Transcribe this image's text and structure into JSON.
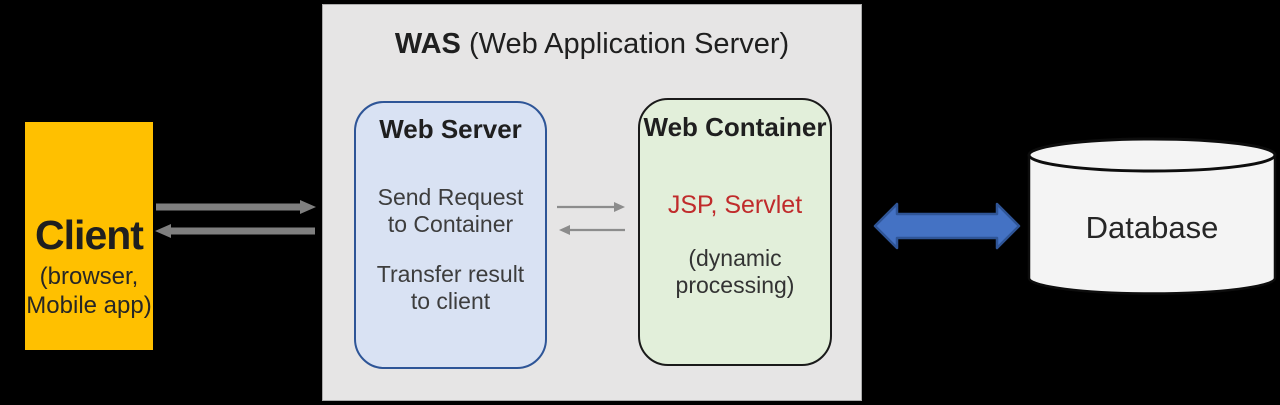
{
  "diagram": {
    "was": {
      "title_main": "WAS",
      "title_paren": " (Web Application Server)"
    },
    "client": {
      "title": "Client",
      "subtitle": [
        "(browser,",
        "Mobile app)"
      ]
    },
    "web_server": {
      "title": "Web Server",
      "desc1": [
        "Send Request",
        "to Container"
      ],
      "desc2": [
        "Transfer result",
        "to client"
      ]
    },
    "web_container": {
      "title": "Web Container",
      "tech": "JSP, Servlet",
      "note": [
        "(dynamic",
        "processing)"
      ]
    },
    "database": {
      "label": "Database"
    },
    "colors": {
      "client_fill": "#FFC000",
      "was_fill": "#E6E5E5",
      "was_border": "#ABABAB",
      "web_server_fill": "#D9E2F3",
      "web_server_border": "#2E5597",
      "web_container_fill": "#E2EFDA",
      "web_container_border": "#1A1A1A",
      "tech_text": "#C02B2B",
      "arrow_gray": "#7F7F7F",
      "arrow_thin": "#8C8C8C",
      "double_arrow_fill": "#4472C4",
      "double_arrow_border": "#2F5597",
      "database_fill": "#F4F4F4",
      "database_border": "#0D0D0D",
      "text_primary": "#1F1F1F",
      "text_secondary": "#262626",
      "text_body": "#3D3D3D"
    }
  }
}
